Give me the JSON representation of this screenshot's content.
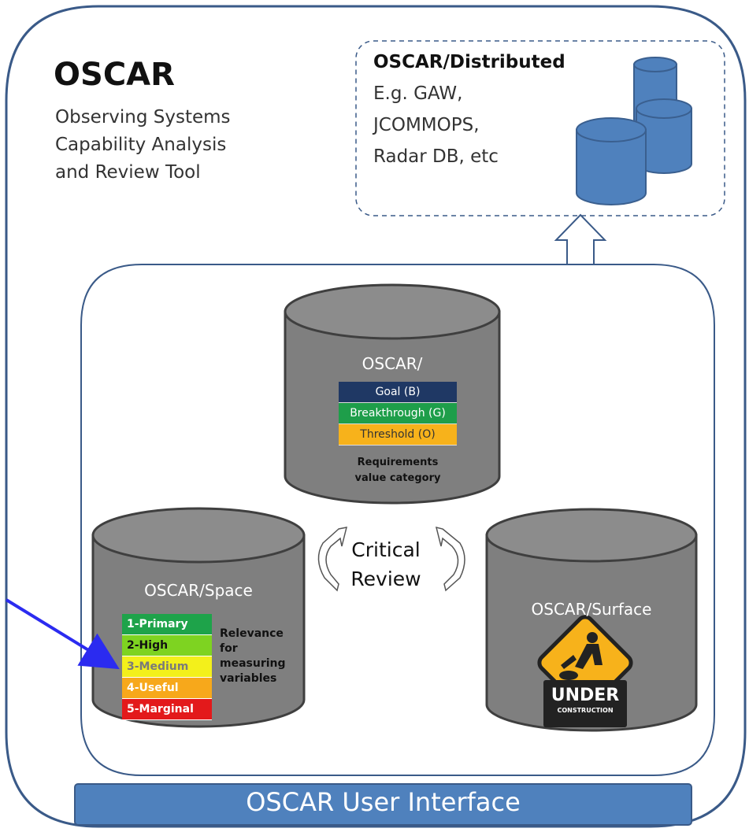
{
  "oscar": {
    "title": "OSCAR",
    "subtitle_lines": [
      "Observing Systems",
      "Capability Analysis",
      "and Review Tool"
    ]
  },
  "distributed": {
    "title": "OSCAR/Distributed",
    "lines": [
      "E.g. GAW,",
      "JCOMMOPS,",
      "Radar DB, etc"
    ]
  },
  "requirements_db": {
    "label": "OSCAR/",
    "categories": [
      {
        "label": "Goal (B)",
        "color": "#1f3864",
        "text_color": "#ffffff"
      },
      {
        "label": "Breakthrough (G)",
        "color": "#1e9e4a",
        "text_color": "#ffffff"
      },
      {
        "label": "Threshold (O)",
        "color": "#f7b21b",
        "text_color": "#333333"
      }
    ],
    "description_lines": [
      "Requirements",
      "value category"
    ]
  },
  "space_db": {
    "label": "OSCAR/Space",
    "relevance": [
      {
        "label": "1-Primary",
        "color": "#1ea34a",
        "text_color": "#ffffff"
      },
      {
        "label": "2-High",
        "color": "#7ed321",
        "text_color": "#111111"
      },
      {
        "label": "3-Medium",
        "color": "#f3f01b",
        "text_color": "#7a7a7a"
      },
      {
        "label": "4-Useful",
        "color": "#f7a81b",
        "text_color": "#ffffff"
      },
      {
        "label": "5-Marginal",
        "color": "#e3191b",
        "text_color": "#ffffff"
      }
    ],
    "description_lines": [
      "Relevance",
      "for",
      "measuring",
      "variables"
    ]
  },
  "surface_db": {
    "label": "OSCAR/Surface",
    "sign_text": [
      "UNDER",
      "CONSTRUCTION"
    ]
  },
  "review": {
    "lines": [
      "Critical",
      "Review"
    ]
  },
  "user_interface": {
    "label": "OSCAR User Interface"
  },
  "colors": {
    "frame": "#3a5a88",
    "db_blue": "#4f81bd",
    "db_gray": "#7f7f7f",
    "ui_bar": "#4f81bd",
    "arrow": "#2b2bf0"
  }
}
